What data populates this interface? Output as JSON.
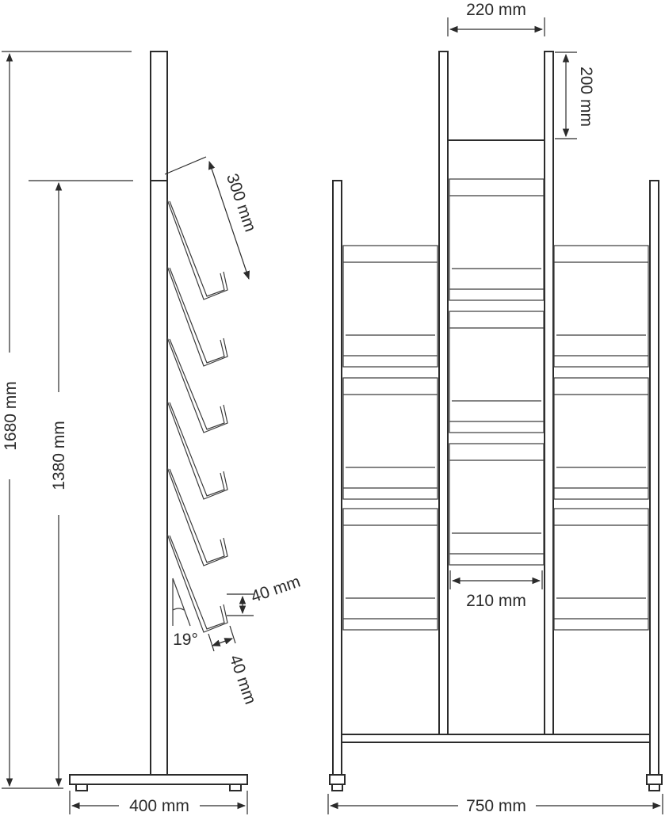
{
  "dimensions": {
    "total_height": "1680 mm",
    "shelf_height": "1380 mm",
    "shelf_depth": "300 mm",
    "lip_height": "40 mm",
    "angle": "19°",
    "lip_depth": "40 mm",
    "base_depth": "400 mm",
    "header_width": "220 mm",
    "header_height": "200 mm",
    "pocket_width": "210 mm",
    "total_width": "750 mm"
  },
  "colors": {
    "line": "#2b2b2b",
    "background": "#ffffff"
  }
}
